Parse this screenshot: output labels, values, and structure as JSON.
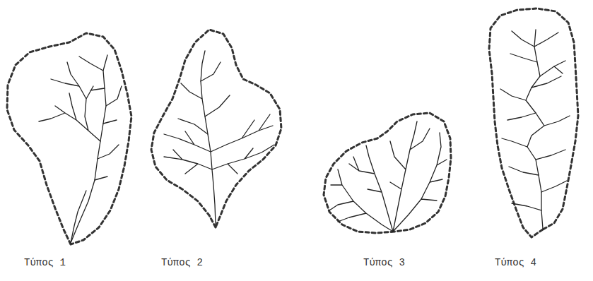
{
  "diagram": {
    "labels": [
      "Τύπος 1",
      "Τύπος 2",
      "Τύπος 3",
      "Τύπος 4"
    ]
  }
}
